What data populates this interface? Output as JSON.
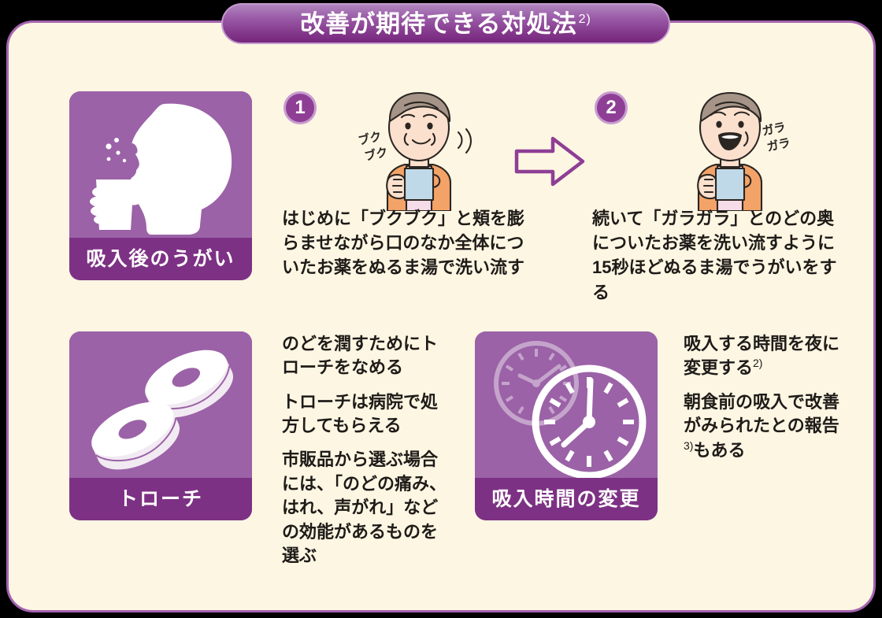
{
  "page": {
    "background_color": "#000000",
    "card_background": "#FDF6E3",
    "card_border_color": "#A563B0"
  },
  "header": {
    "title": "改善が期待できる対処法",
    "title_reference": "2)",
    "gradient_top": "#B085BE",
    "gradient_bottom": "#75267C"
  },
  "sections": [
    {
      "id": "gargle",
      "card_label": "吸入後のうがい",
      "icon_name": "head-gargling-with-glass-icon",
      "panel_color": "#9B62A7",
      "label_bar_color": "#7D3184",
      "steps": [
        {
          "number": "1",
          "sound_effect": "ブクブク",
          "figure_name": "person-swishing-mouth-with-mug-illustration",
          "text": "はじめに「ブクブク」と頬を膨らませながら口のなか全体についたお薬をぬるま湯で洗い流す"
        },
        {
          "number": "2",
          "sound_effect": "ガラガラ",
          "figure_name": "person-gargling-throat-with-mug-illustration",
          "text": "続いて「ガラガラ」とのどの奥についたお薬を洗い流すように15秒ほどぬるま湯でうがいをする"
        }
      ],
      "arrow": {
        "icon_name": "right-arrow-icon",
        "color": "#8E3F95"
      }
    },
    {
      "id": "troche",
      "card_label": "トローチ",
      "icon_name": "lozenge-tablets-icon",
      "panel_color": "#9B62A7",
      "label_bar_color": "#7D3184",
      "paragraphs": [
        "のどを潤すためにトローチをなめる",
        "トローチは病院で処方してもらえる",
        "市販品から選ぶ場合には、「のどの痛み、はれ、声がれ」などの効能があるものを選ぶ"
      ]
    },
    {
      "id": "clock",
      "card_label": "吸入時間の変更",
      "icon_name": "two-clocks-icon",
      "panel_color": "#9B62A7",
      "label_bar_color": "#7D3184",
      "paragraphs": [
        {
          "text": "吸入する時間を夜に変更する",
          "reference": "2)"
        },
        {
          "text_before": "朝食前の吸入で改善がみられたとの報告",
          "reference": "3)",
          "text_after": "もある"
        }
      ]
    }
  ]
}
